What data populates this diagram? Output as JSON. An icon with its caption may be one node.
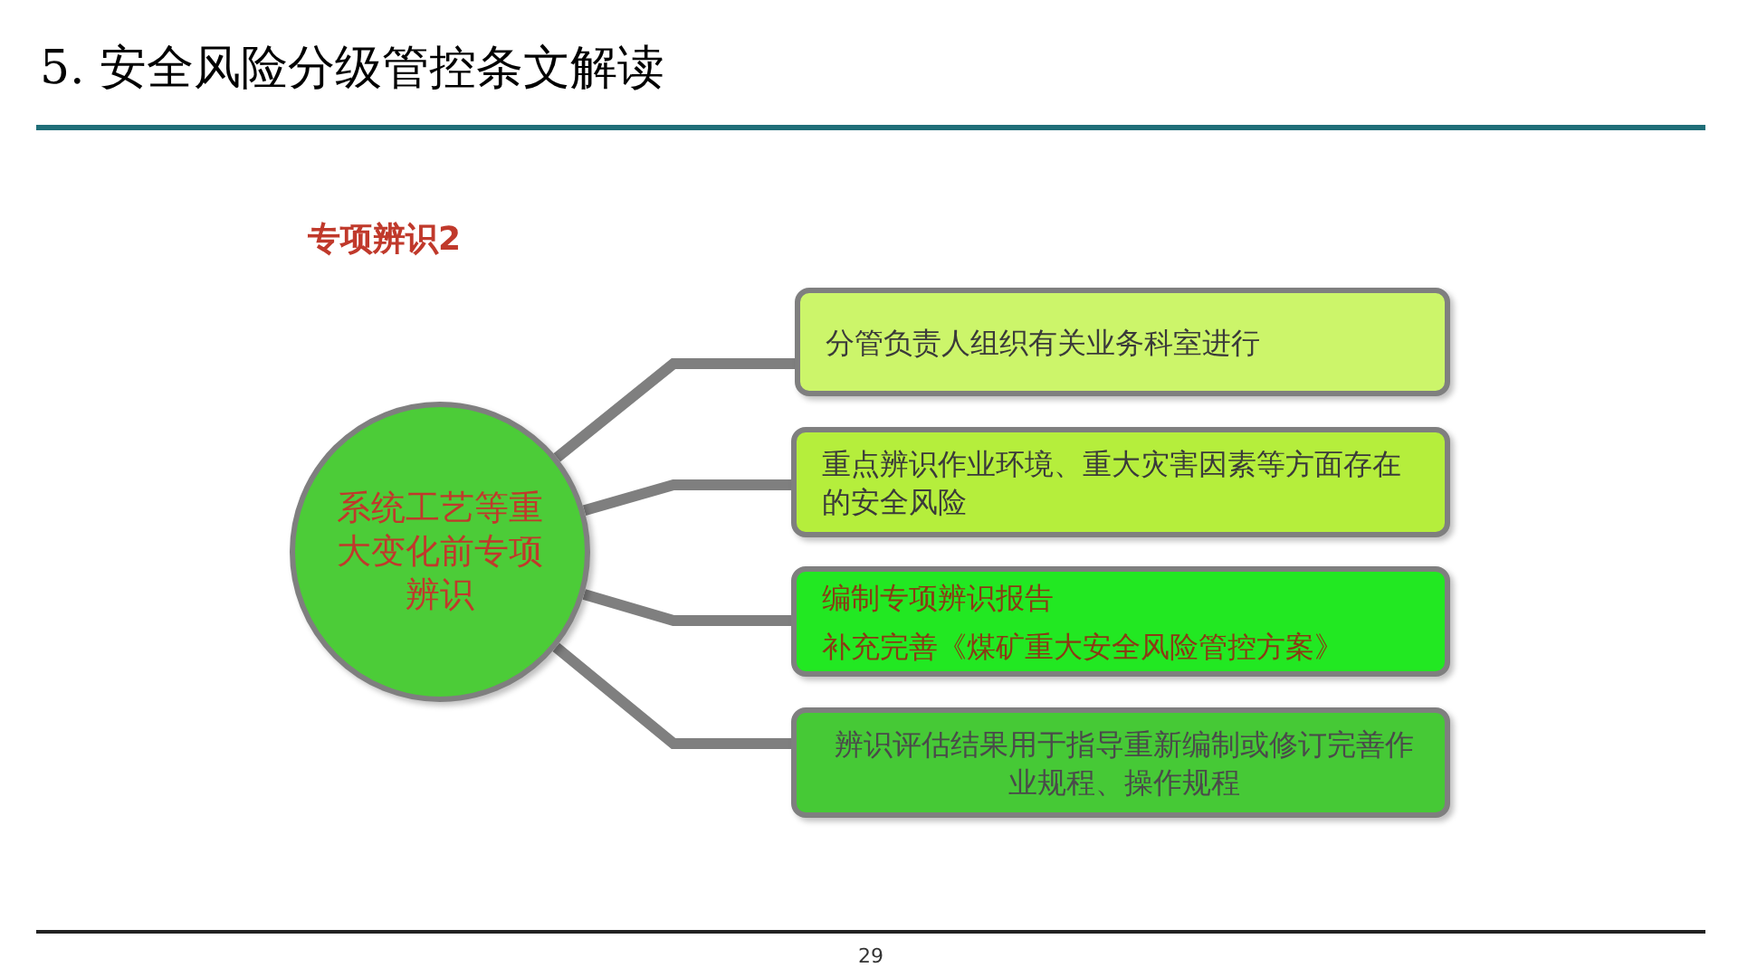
{
  "diagram": {
    "title": "5. 安全风险分级管控条文解读",
    "nodes": [
      {
        "text": [
          "系统工艺等重大变化前专项辨识"
        ]
      },
      {
        "text": [
          "分管负责人组织有关业务科室进行"
        ]
      },
      {
        "text": [
          "重点辨识作业环境、重大灾害因素等方面存在的安全风险"
        ]
      },
      {
        "text": [
          "编制专项辨识报告",
          "补充完善《煤矿重大安全风险管控方案》"
        ]
      },
      {
        "text": [
          "辨识评估结果用于指导重新编制或修订完善作业规程、操作规程"
        ]
      }
    ],
    "edges": [
      {
        "from": 0,
        "to": 1,
        "arrow": "none"
      },
      {
        "from": 0,
        "to": 2,
        "arrow": "none"
      },
      {
        "from": 0,
        "to": 3,
        "arrow": "none"
      },
      {
        "from": 0,
        "to": 4,
        "arrow": "none"
      }
    ],
    "labels": [
      "专项辨识2",
      "29"
    ]
  }
}
